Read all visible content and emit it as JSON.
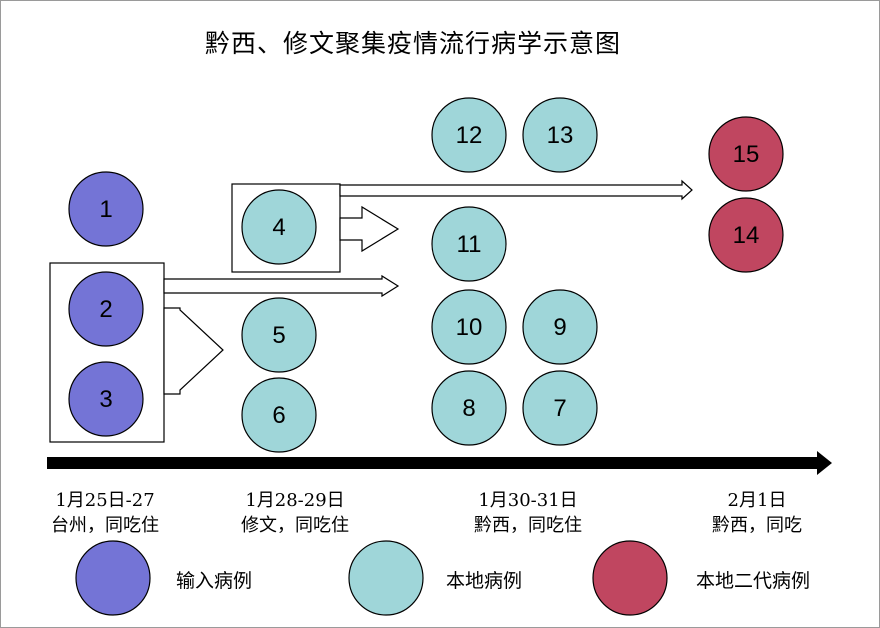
{
  "title": "黔西、修文聚集疫情流行病学示意图",
  "colors": {
    "imported": "#7474d6",
    "local": "#9fd6d9",
    "secondary": "#c04660",
    "stroke": "#000000",
    "timeline": "#000000"
  },
  "cases": [
    {
      "id": "1",
      "label": "1",
      "type": "imported"
    },
    {
      "id": "2",
      "label": "2",
      "type": "imported"
    },
    {
      "id": "3",
      "label": "3",
      "type": "imported"
    },
    {
      "id": "4",
      "label": "4",
      "type": "local"
    },
    {
      "id": "5",
      "label": "5",
      "type": "local"
    },
    {
      "id": "6",
      "label": "6",
      "type": "local"
    },
    {
      "id": "7",
      "label": "7",
      "type": "local"
    },
    {
      "id": "8",
      "label": "8",
      "type": "local"
    },
    {
      "id": "9",
      "label": "9",
      "type": "local"
    },
    {
      "id": "10",
      "label": "10",
      "type": "local"
    },
    {
      "id": "11",
      "label": "11",
      "type": "local"
    },
    {
      "id": "12",
      "label": "12",
      "type": "local"
    },
    {
      "id": "13",
      "label": "13",
      "type": "local"
    },
    {
      "id": "14",
      "label": "14",
      "type": "secondary"
    },
    {
      "id": "15",
      "label": "15",
      "type": "secondary"
    }
  ],
  "timeline": [
    {
      "date": "1月25日-27",
      "place": "台州，同吃住"
    },
    {
      "date": "1月28-29日",
      "place": "修文，同吃住"
    },
    {
      "date": "1月30-31日",
      "place": "黔西，同吃住"
    },
    {
      "date": "2月1日",
      "place": "黔西，同吃"
    }
  ],
  "legend": [
    {
      "label": "输入病例",
      "type": "imported"
    },
    {
      "label": "本地病例",
      "type": "local"
    },
    {
      "label": "本地二代病例",
      "type": "secondary"
    }
  ]
}
